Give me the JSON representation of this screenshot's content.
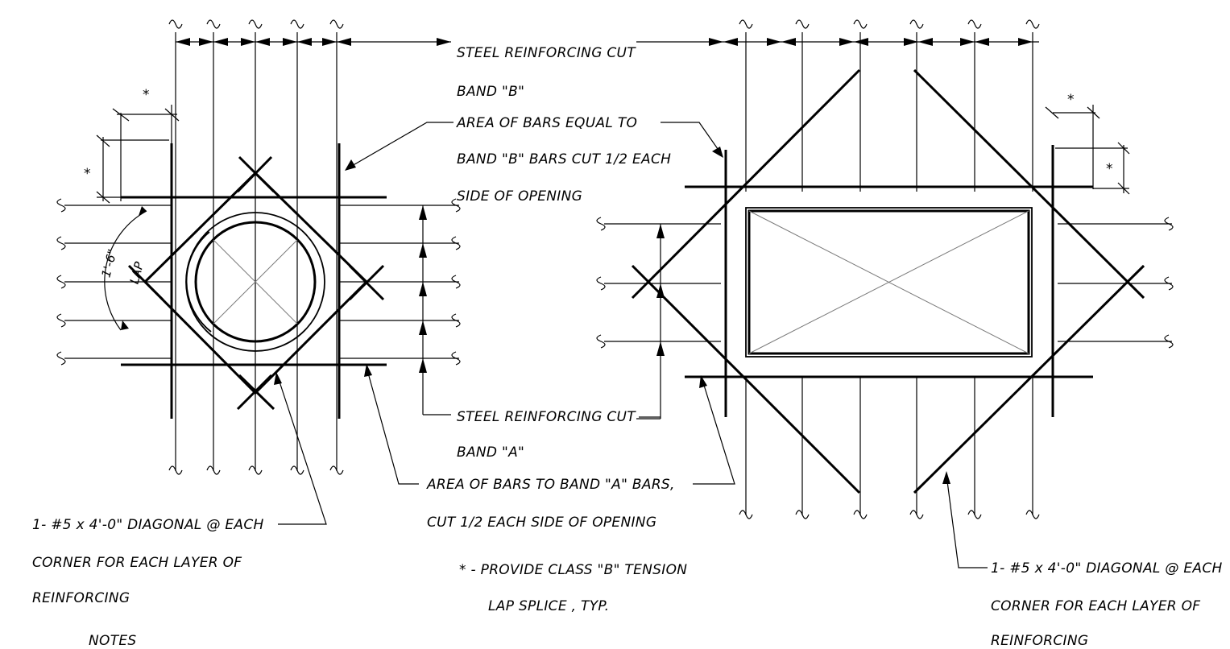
{
  "labels": {
    "steel_cut_b": "STEEL REINFORCING CUT",
    "band_b": "BAND \"B\"",
    "area_equal_1": "AREA OF BARS EQUAL TO",
    "area_equal_2": "BAND \"B\" BARS CUT 1/2 EACH",
    "area_equal_3": "SIDE OF OPENING",
    "steel_cut_a": "STEEL REINFORCING CUT",
    "band_a": "BAND \"A\"",
    "area_a_1": "AREA OF BARS TO BAND \"A\" BARS,",
    "area_a_2": "CUT 1/2 EACH SIDE OF OPENING",
    "diag_left_1": "1- #5 x 4'-0\" DIAGONAL @ EACH",
    "diag_left_2": "CORNER FOR EACH LAYER OF",
    "diag_left_3": "REINFORCING",
    "lap_note_1": "* - PROVIDE CLASS \"B\" TENSION",
    "lap_note_2": "LAP SPLICE , TYP.",
    "diag_right_1": "1- #5 x 4'-0\" DIAGONAL @ EACH",
    "diag_right_2": "CORNER FOR EACH LAYER OF",
    "diag_right_3": "REINFORCING",
    "notes": "NOTES",
    "star": "*",
    "lap_dim": "1'-6\"",
    "lap": "LAP"
  }
}
